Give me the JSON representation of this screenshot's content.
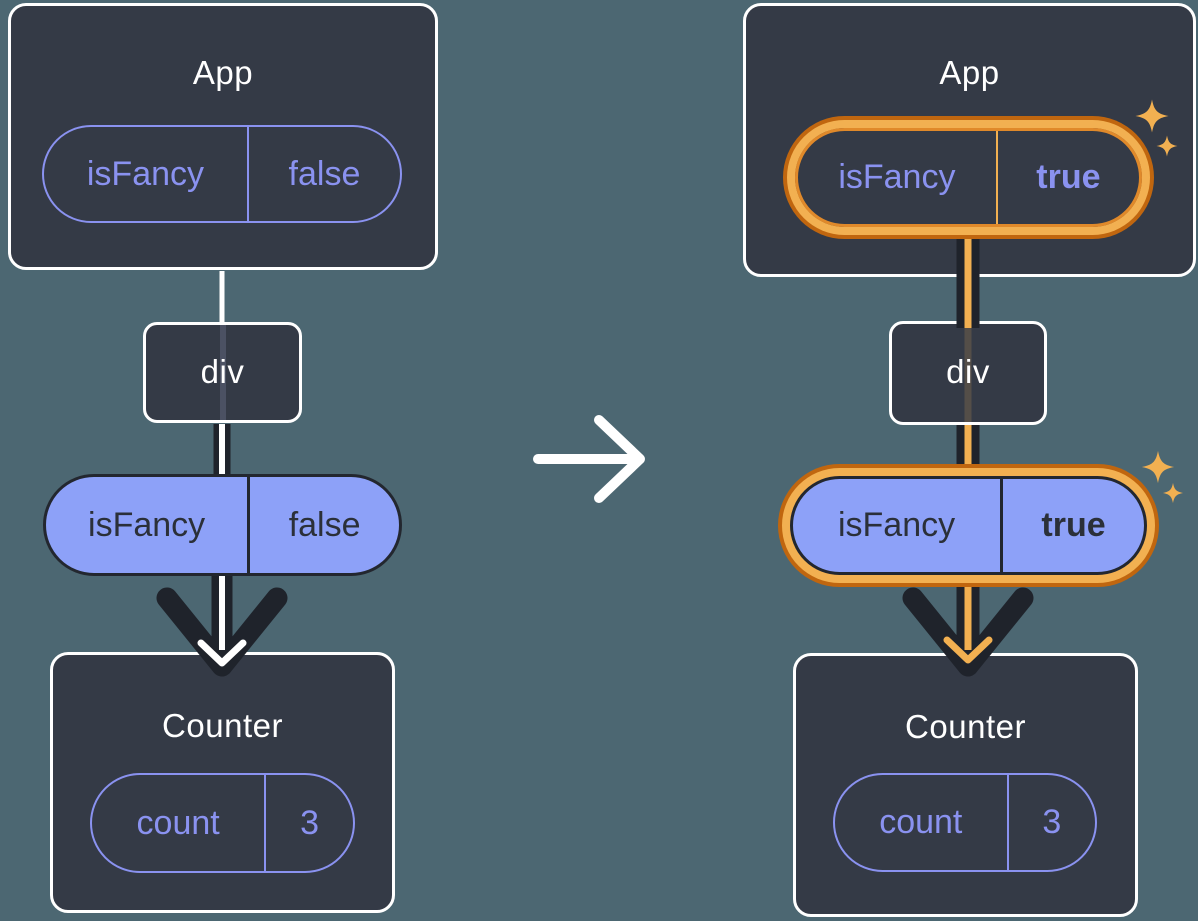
{
  "diagram": {
    "left": {
      "app_box": {
        "title": "App"
      },
      "app_pill": {
        "name": "isFancy",
        "value": "false"
      },
      "div_box": {
        "title": "div"
      },
      "prop_pill": {
        "name": "isFancy",
        "value": "false"
      },
      "counter_box": {
        "title": "Counter"
      },
      "state_pill": {
        "name": "count",
        "value": "3"
      }
    },
    "right": {
      "app_box": {
        "title": "App"
      },
      "app_pill": {
        "name": "isFancy",
        "value": "true"
      },
      "div_box": {
        "title": "div"
      },
      "prop_pill": {
        "name": "isFancy",
        "value": "true"
      },
      "counter_box": {
        "title": "Counter"
      },
      "state_pill": {
        "name": "count",
        "value": "3"
      }
    }
  },
  "icons": {
    "transition_arrow": "right-arrow-icon",
    "prop_flow_arrow": "down-arrow-icon",
    "sparkle": "sparkle-icon"
  },
  "colors": {
    "background": "#4c6772",
    "box_fill": "#343a46",
    "box_border": "#ffffff",
    "purple_accent": "#8a92f0",
    "purple_pill_fill": "#8da1f8",
    "dark_line": "#1f232b",
    "highlight_orange_light": "#f2b051",
    "highlight_orange_dark": "#c0660f"
  }
}
